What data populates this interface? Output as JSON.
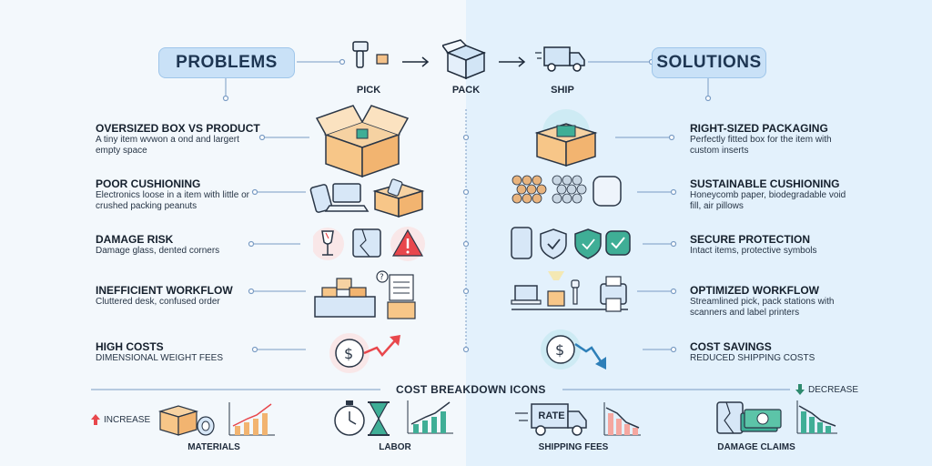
{
  "header": {
    "problems_label": "PROBLEMS",
    "solutions_label": "SOLUTIONS",
    "stages": [
      "PICK",
      "PACK",
      "SHIP"
    ]
  },
  "problems": [
    {
      "title": "OVERSIZED BOX VS PRODUCT",
      "desc": "A tiny item wvwon a ond and largert empty space"
    },
    {
      "title": "POOR CUSHIONING",
      "desc": "Electronics loose in a item with little or crushed packing peanuts"
    },
    {
      "title": "DAMAGE RISK",
      "desc": "Damage glass, dented corners"
    },
    {
      "title": "INEFFICIENT WORKFLOW",
      "desc": "Cluttered desk, confused order"
    },
    {
      "title": "HIGH COSTS",
      "desc": "DIMENSIONAL WEIGHT FEES"
    }
  ],
  "solutions": [
    {
      "title": "RIGHT-SIZED PACKAGING",
      "desc": "Perfectly fitted box for the item with custom inserts"
    },
    {
      "title": "SUSTAINABLE CUSHIONING",
      "desc": "Honeycomb paper, biodegradable void fill, air pillows"
    },
    {
      "title": "SECURE PROTECTION",
      "desc": "Intact items, protective symbols"
    },
    {
      "title": "OPTIMIZED WORKFLOW",
      "desc": "Streamlined pick, pack stations with scanners and label printers"
    },
    {
      "title": "COST SAVINGS",
      "desc": "REDUCED SHIPPING COSTS"
    }
  ],
  "cost": {
    "title": "COST BREAKDOWN ICONS",
    "increase_label": "INCREASE",
    "decrease_label": "DECREASE",
    "rate_label": "RATE",
    "items": [
      "MATERIALS",
      "LABOR",
      "SHIPPING FEES",
      "DAMAGE CLAIMS"
    ]
  },
  "colors": {
    "accent": "#f19a3e",
    "line": "#5b84b1",
    "shield": "#3fae96",
    "warning": "#e8474c"
  }
}
